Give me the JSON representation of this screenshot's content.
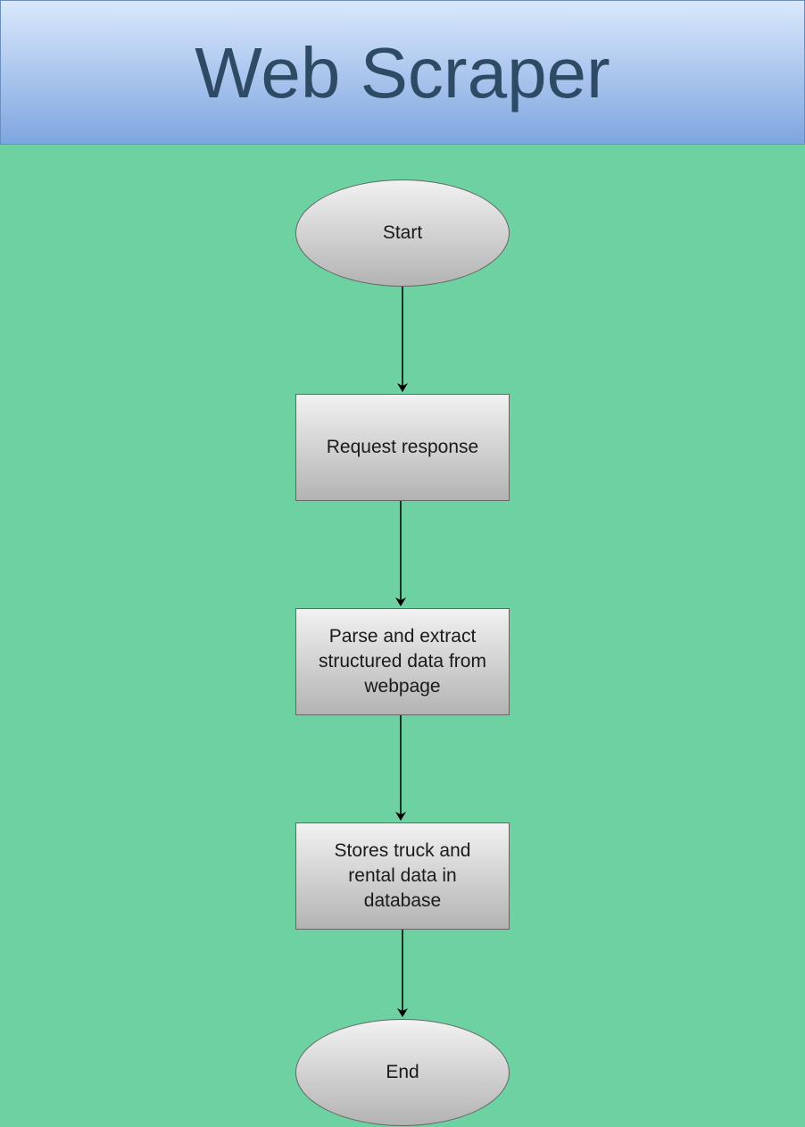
{
  "header": {
    "title": "Web Scraper"
  },
  "flowchart": {
    "nodes": [
      {
        "id": "start",
        "shape": "ellipse",
        "label": "Start"
      },
      {
        "id": "request",
        "shape": "rectangle",
        "label": "Request response"
      },
      {
        "id": "parse",
        "shape": "rectangle",
        "label": "Parse and extract\nstructured data from\nwebpage"
      },
      {
        "id": "store",
        "shape": "rectangle",
        "label": "Stores truck and\nrental data in\ndatabase"
      },
      {
        "id": "end",
        "shape": "ellipse",
        "label": "End"
      }
    ],
    "edges": [
      {
        "from": "start",
        "to": "request"
      },
      {
        "from": "request",
        "to": "parse"
      },
      {
        "from": "parse",
        "to": "store"
      },
      {
        "from": "store",
        "to": "end"
      }
    ]
  },
  "colors": {
    "background": "#6dd1a1",
    "header_gradient_top": "#dae8fc",
    "header_gradient_bottom": "#7ea6e0",
    "header_text": "#2e4b66",
    "node_fill_top": "#f2f2f2",
    "node_fill_bottom": "#b3b3b3",
    "node_stroke": "#666666",
    "arrow": "#000000"
  }
}
